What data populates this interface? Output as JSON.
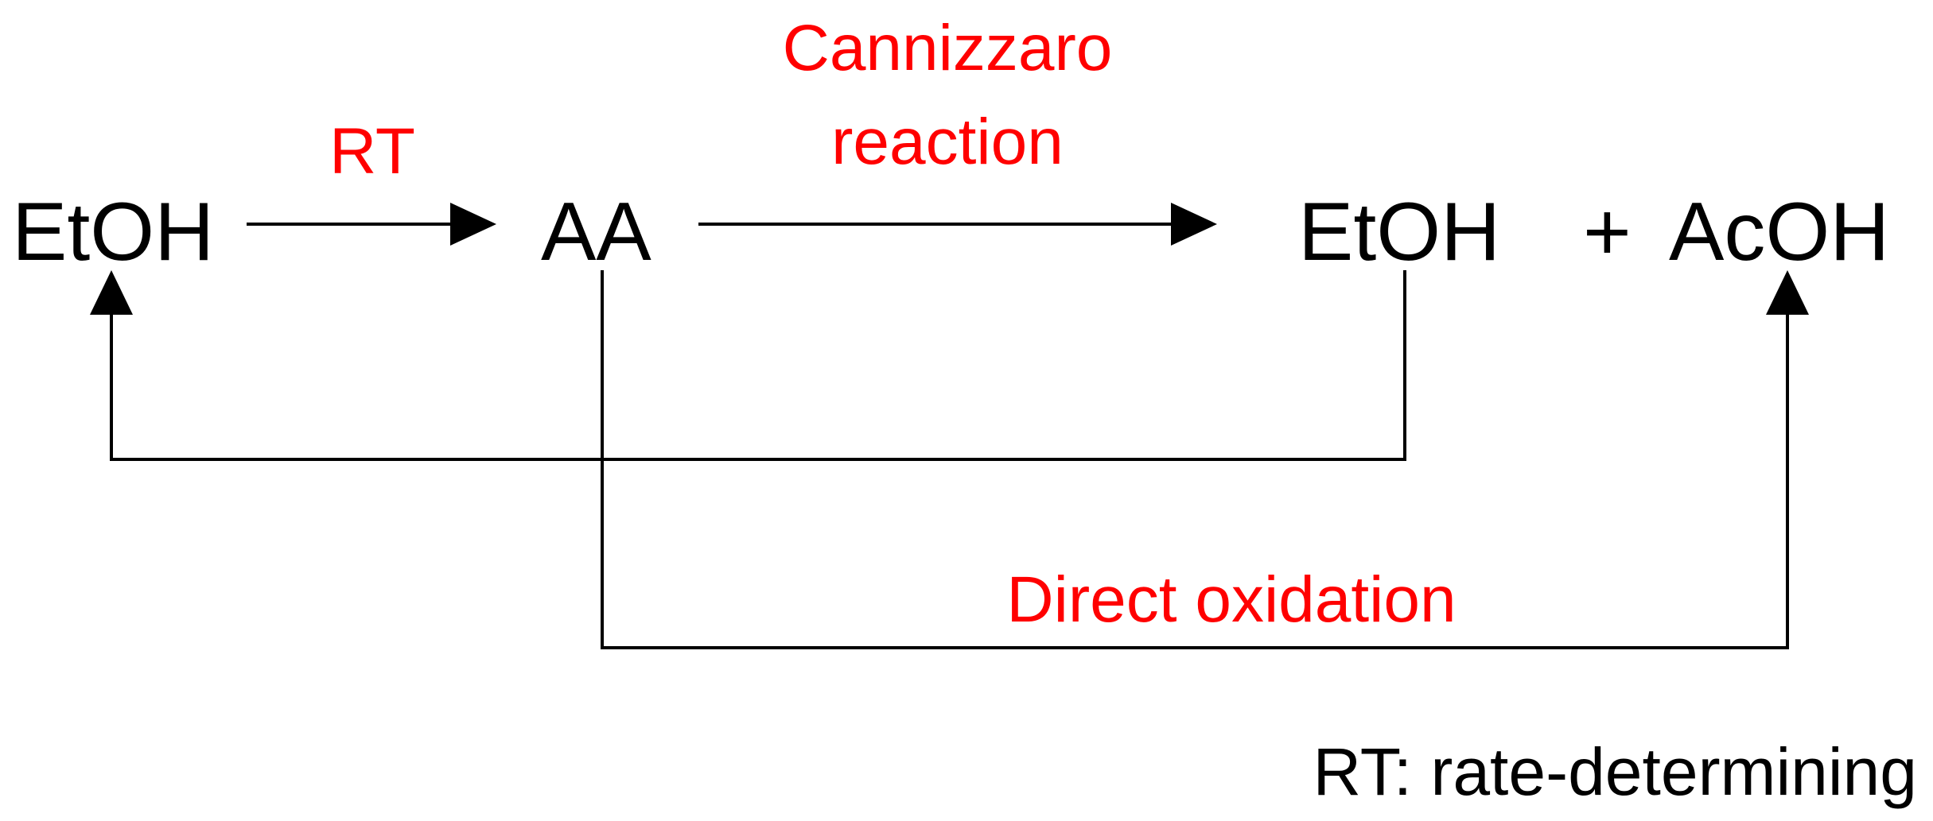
{
  "colors": {
    "species": "#000000",
    "reaction_label": "#ff0000",
    "line": "#000000"
  },
  "species": {
    "etoh_left": "EtOH",
    "aa": "AA",
    "etoh_right": "EtOH",
    "plus": "+",
    "acoh": "AcOH"
  },
  "reactions": {
    "rt_label": "RT",
    "cannizzaro_line1": "Cannizzaro",
    "cannizzaro_line2": "reaction",
    "direct_oxidation": "Direct oxidation"
  },
  "footnote": {
    "text": "RT:  rate-determining"
  }
}
